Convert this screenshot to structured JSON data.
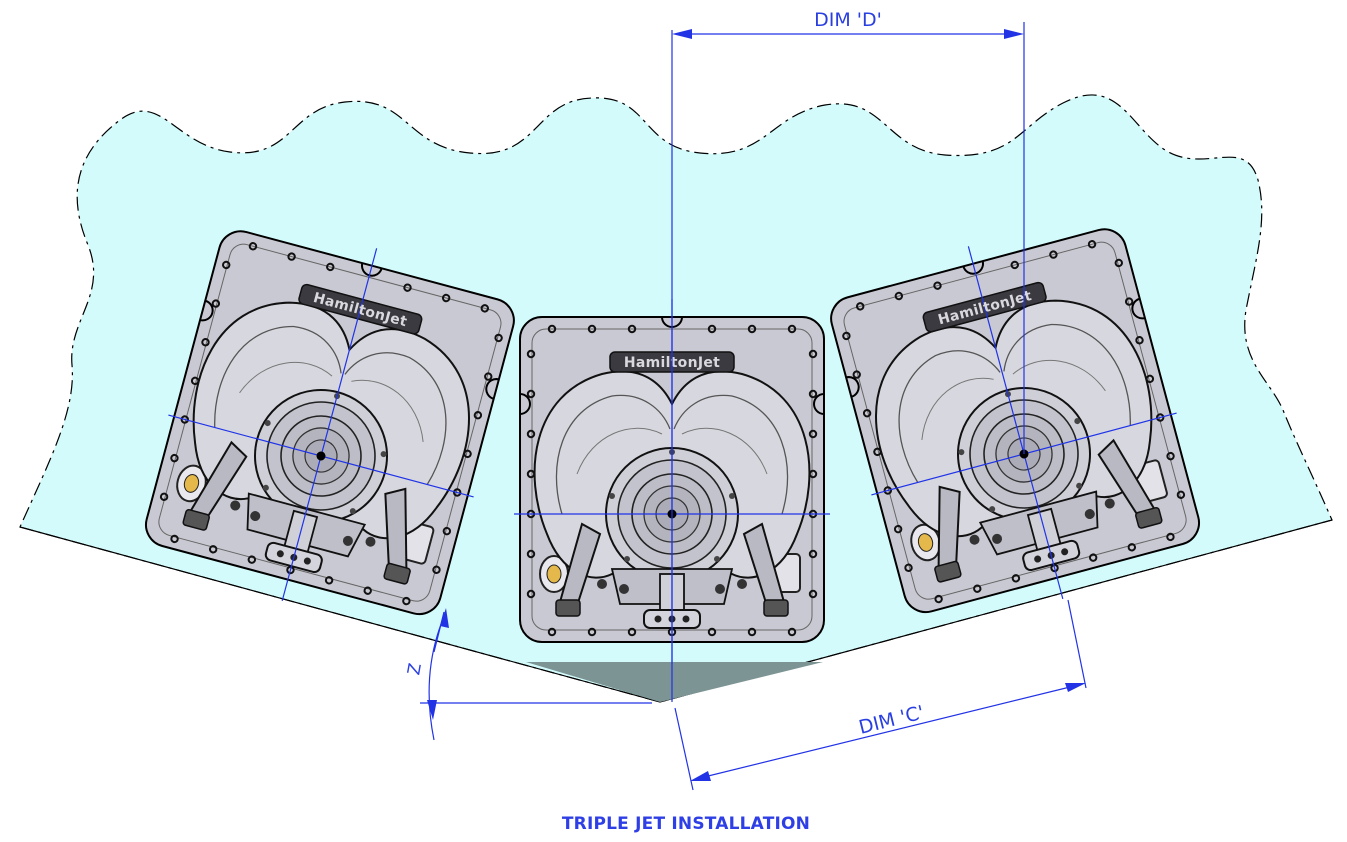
{
  "labels": {
    "dim_d": "DIM 'D'",
    "dim_c": "DIM 'C'",
    "angle_z": "Z",
    "brand": "HamiltonJet",
    "caption": "TRIPLE JET INSTALLATION"
  },
  "colors": {
    "water": "#d4fbfb",
    "dimension": "#2233e6",
    "plate": "#c8c8d2",
    "hull": "#6f8a8a"
  }
}
